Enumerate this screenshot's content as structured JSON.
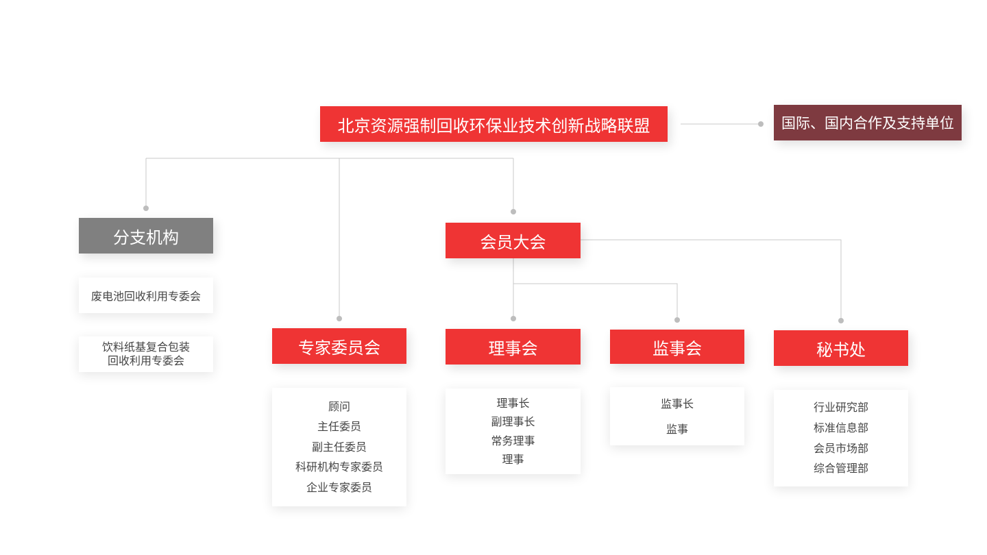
{
  "root": {
    "label": "北京资源强制回收环保业技术创新战略联盟"
  },
  "partner": {
    "label": "国际、国内合作及支持单位"
  },
  "branch": {
    "label": "分支机构",
    "items": [
      "废电池回收利用专委会",
      "饮料纸基复合包装",
      "回收利用专委会"
    ]
  },
  "experts": {
    "label": "专家委员会",
    "items": [
      "顾问",
      "主任委员",
      "副主任委员",
      "科研机构专家委员",
      "企业专家委员"
    ]
  },
  "assembly": {
    "label": "会员大会"
  },
  "council": {
    "label": "理事会",
    "items": [
      "理事长",
      "副理事长",
      "常务理事",
      "理事"
    ]
  },
  "supervisors": {
    "label": "监事会",
    "items": [
      "监事长",
      "监事"
    ]
  },
  "secretariat": {
    "label": "秘书处",
    "items": [
      "行业研究部",
      "标准信息部",
      "会员市场部",
      "综合管理部"
    ]
  },
  "colors": {
    "primary_red": "#ef3434",
    "branch_grey": "#808080",
    "partner_maroon": "#7e3a40",
    "connector": "#c8c8c8"
  }
}
